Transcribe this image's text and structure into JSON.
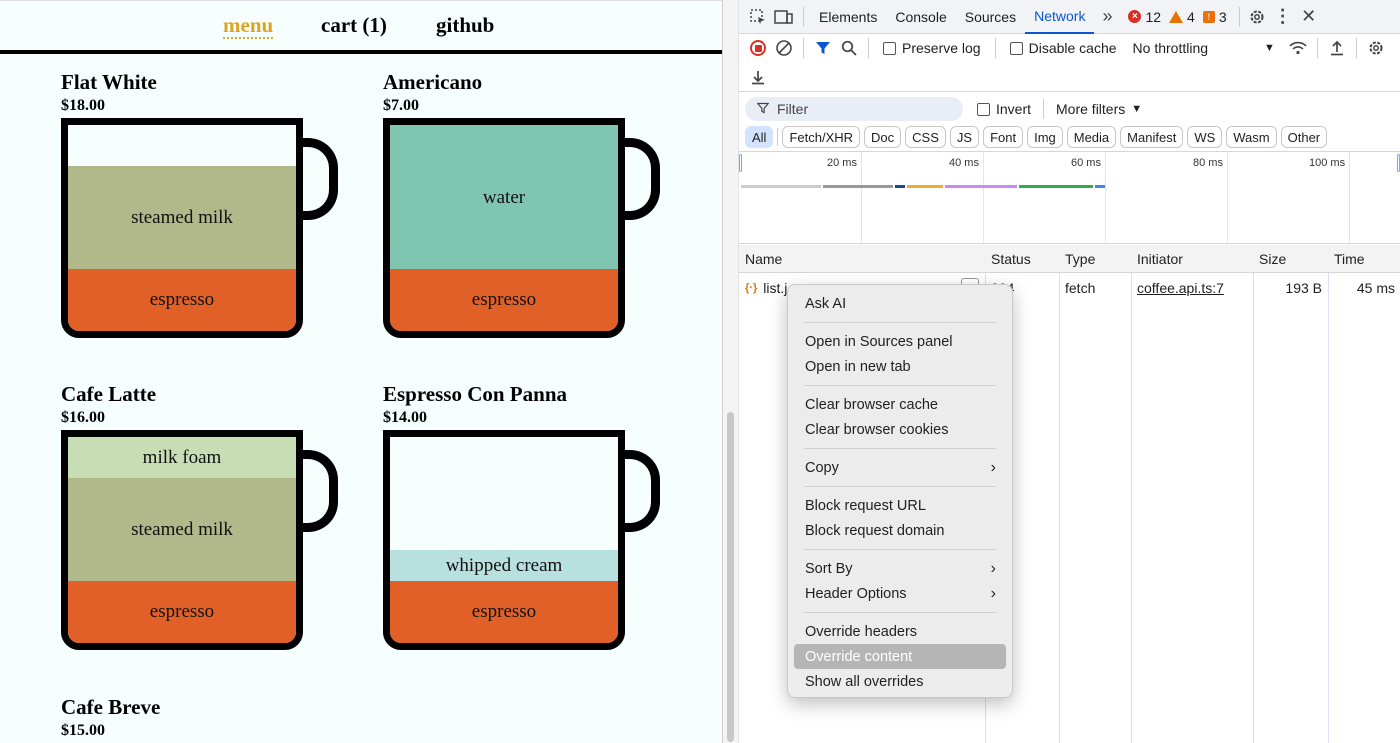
{
  "nav": {
    "menu": "menu",
    "cart": "cart (1)",
    "github": "github"
  },
  "menu_items": [
    {
      "name": "Flat White",
      "price": "$18.00",
      "layers": [
        "steamed milk",
        "espresso"
      ]
    },
    {
      "name": "Americano",
      "price": "$7.00",
      "layers": [
        "water",
        "espresso"
      ]
    },
    {
      "name": "Cafe Latte",
      "price": "$16.00",
      "layers": [
        "milk foam",
        "steamed milk",
        "espresso"
      ]
    },
    {
      "name": "Espresso Con Panna",
      "price": "$14.00",
      "layers": [
        "whipped cream",
        "espresso"
      ]
    },
    {
      "name": "Cafe Breve",
      "price": "$15.00"
    }
  ],
  "layer_colors": {
    "steamed_milk": "#b1b98a",
    "espresso": "#e06028",
    "water": "#7fc5b2",
    "milk_foam": "#c7ddb4",
    "whipped_cream": "#b8e0df"
  },
  "devtools": {
    "tabs": [
      "Elements",
      "Console",
      "Sources",
      "Network"
    ],
    "active_tab": "Network",
    "errors": "12",
    "warnings": "4",
    "issues": "3",
    "preserve_log": "Preserve log",
    "disable_cache": "Disable cache",
    "throttling": "No throttling",
    "filter_placeholder": "Filter",
    "invert": "Invert",
    "more_filters": "More filters",
    "type_filters": [
      "All",
      "Fetch/XHR",
      "Doc",
      "CSS",
      "JS",
      "Font",
      "Img",
      "Media",
      "Manifest",
      "WS",
      "Wasm",
      "Other"
    ],
    "timeline_labels": [
      "20 ms",
      "40 ms",
      "60 ms",
      "80 ms",
      "100 ms"
    ],
    "columns": [
      "Name",
      "Status",
      "Type",
      "Initiator",
      "Size",
      "Time"
    ],
    "request": {
      "name": "list.j",
      "status": "304",
      "type": "fetch",
      "initiator": "coffee.api.ts:7",
      "size": "193 B",
      "time": "45 ms"
    }
  },
  "context_menu": {
    "ask_ai": "Ask AI",
    "open_sources": "Open in Sources panel",
    "open_tab": "Open in new tab",
    "clear_cache": "Clear browser cache",
    "clear_cookies": "Clear browser cookies",
    "copy": "Copy",
    "block_url": "Block request URL",
    "block_domain": "Block request domain",
    "sort_by": "Sort By",
    "header_options": "Header Options",
    "override_headers": "Override headers",
    "override_content": "Override content",
    "show_overrides": "Show all overrides"
  }
}
